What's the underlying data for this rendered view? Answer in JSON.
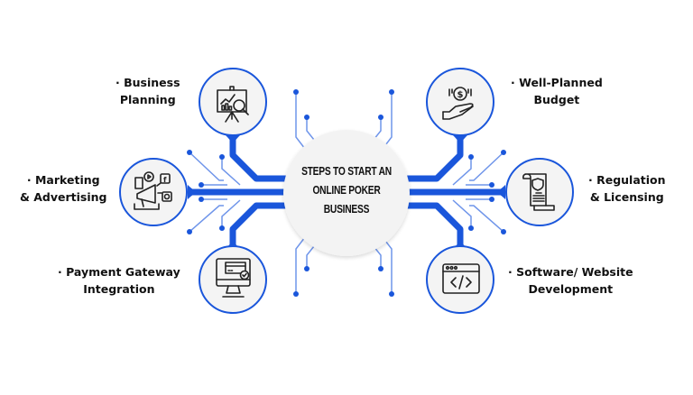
{
  "title": "STEPS TO START AN ONLINE POKER BUSINESS",
  "center": {
    "lines": [
      "STEPS TO START AN",
      "ONLINE POKER",
      "BUSINESS"
    ]
  },
  "colors": {
    "accent": "#1a56db",
    "accent_light": "#6f95ea",
    "node_fill": "#f4f4f4",
    "icon_stroke": "#222222",
    "text": "#111111"
  },
  "steps": [
    {
      "id": "business-planning",
      "icon": "presentation-chart-magnifier-icon",
      "line1": "· Business",
      "line2": "Planning"
    },
    {
      "id": "marketing-advertising",
      "icon": "megaphone-social-media-icon",
      "line1": "· Marketing",
      "line2": "& Advertising"
    },
    {
      "id": "payment-gateway",
      "icon": "monitor-card-payment-icon",
      "line1": "· Payment Gateway",
      "line2": "Integration"
    },
    {
      "id": "well-planned-budget",
      "icon": "hand-coin-dollar-icon",
      "line1": "· Well-Planned",
      "line2": "Budget"
    },
    {
      "id": "regulation-licensing",
      "icon": "certificate-scroll-shield-icon",
      "line1": "· Regulation",
      "line2": "& Licensing"
    },
    {
      "id": "software-website",
      "icon": "browser-code-icon",
      "line1": "· Software/ Website",
      "line2": "Development"
    }
  ]
}
